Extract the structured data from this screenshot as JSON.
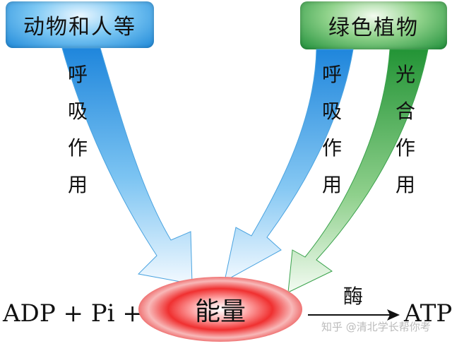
{
  "boxes": {
    "animals": "动物和人等",
    "plants": "绿色植物"
  },
  "arrows": {
    "animal_respiration": [
      "呼",
      "吸",
      "作",
      "用"
    ],
    "plant_respiration": [
      "呼",
      "吸",
      "作",
      "用"
    ],
    "photosynthesis": [
      "光",
      "合",
      "作",
      "用"
    ]
  },
  "equation": {
    "left": "ADP + Pi +",
    "energy": "能量",
    "enzyme": "酶",
    "right": "ATP"
  },
  "watermark": "知乎 @清北学长帮你考",
  "colors": {
    "blue_arrow": "#2f95e0",
    "green_arrow": "#2a9a3c",
    "energy_red": "#e41e1e"
  }
}
